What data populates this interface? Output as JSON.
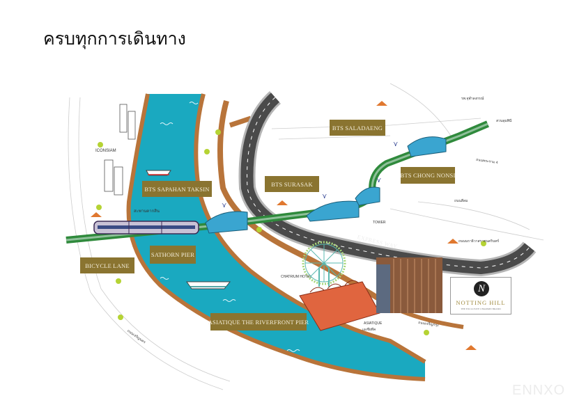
{
  "title": "ครบทุกการเดินทาง",
  "labels": {
    "bts_sapahan_taksin": "BTS  SAPAHAN TAKSIN",
    "bts_saladaeng": "BTS  SALADAENG",
    "bts_surasak": "BTS  SURASAK",
    "bts_chong_nonsi": "BTS CHONG NONSI",
    "sathorn_pier": "SATHORN PIER",
    "bicycle_lane": "BICYCLE LANE",
    "asiatique_pier": "ASIATIQUE THE RIVERFRONT PIER",
    "express_way": "EXPRESS WAY"
  },
  "landmarks": {
    "iconsiam": "ICONSIAM",
    "chatrium": "CHATRIUM HOTEL",
    "asiatique": "ASIATIQUE",
    "asiatique_th": "เอเชียทีค",
    "tower": "TOWER",
    "taksin_bridge": "สะพานตากสิน",
    "rama4": "ถนนพระราม 4",
    "narathiwas": "ถนนนราธิวาสราชนครินทร์",
    "charoenkrung": "ถนนเจริญกรุง",
    "charoennakorn": "ถนนเจริญนคร",
    "lumpini": "สวนลุมพินี",
    "chula_hospital": "รพ.จุฬาลงกรณ์",
    "silom": "ถนนสีลม"
  },
  "brand": {
    "initial": "N",
    "name": "NOTTING HILL",
    "tagline": "THE EXCLUSIVE CHARMIN BRAND"
  },
  "watermark": "ENNXO",
  "colors": {
    "river": "#1aa9c0",
    "label_bg": "#8a7430",
    "bts_track": "#2f8a3c",
    "road": "#4a4a4a",
    "riverbank": "#b8743a",
    "station_roof": "#3aa5d0",
    "asiatique_roof": "#e0653f",
    "tree": "#b5d334"
  }
}
